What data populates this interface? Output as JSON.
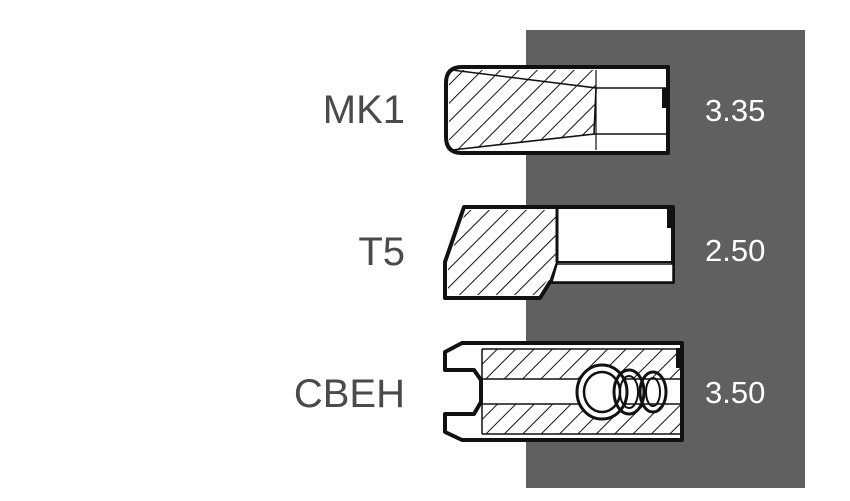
{
  "colors": {
    "panel": "#606060",
    "label_text": "#4a4a4a",
    "value_text": "#ffffff",
    "ring_fill": "#ffffff",
    "ring_stroke": "#111111"
  },
  "rings": [
    {
      "label": "MK1",
      "value": "3.35"
    },
    {
      "label": "T5",
      "value": "2.50"
    },
    {
      "label": "CBEH",
      "value": "3.50"
    }
  ]
}
